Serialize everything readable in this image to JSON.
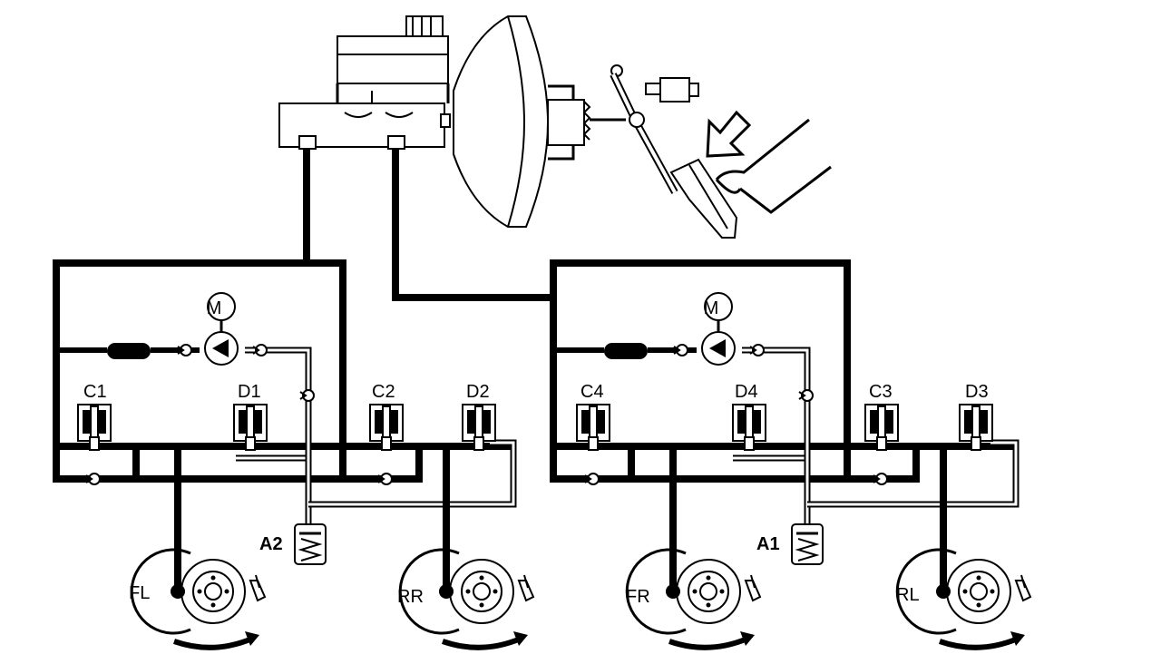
{
  "labels": {
    "motor1": "M",
    "motor2": "M",
    "c1": "C1",
    "d1": "D1",
    "c2": "C2",
    "d2": "D2",
    "c4": "C4",
    "d4": "D4",
    "c3": "C3",
    "d3": "D3",
    "a2": "A2",
    "a1": "A1",
    "fl": "FL",
    "rr": "RR",
    "fr": "FR",
    "rl": "RL"
  },
  "colors": {
    "line": "#000000",
    "background": "#ffffff"
  }
}
